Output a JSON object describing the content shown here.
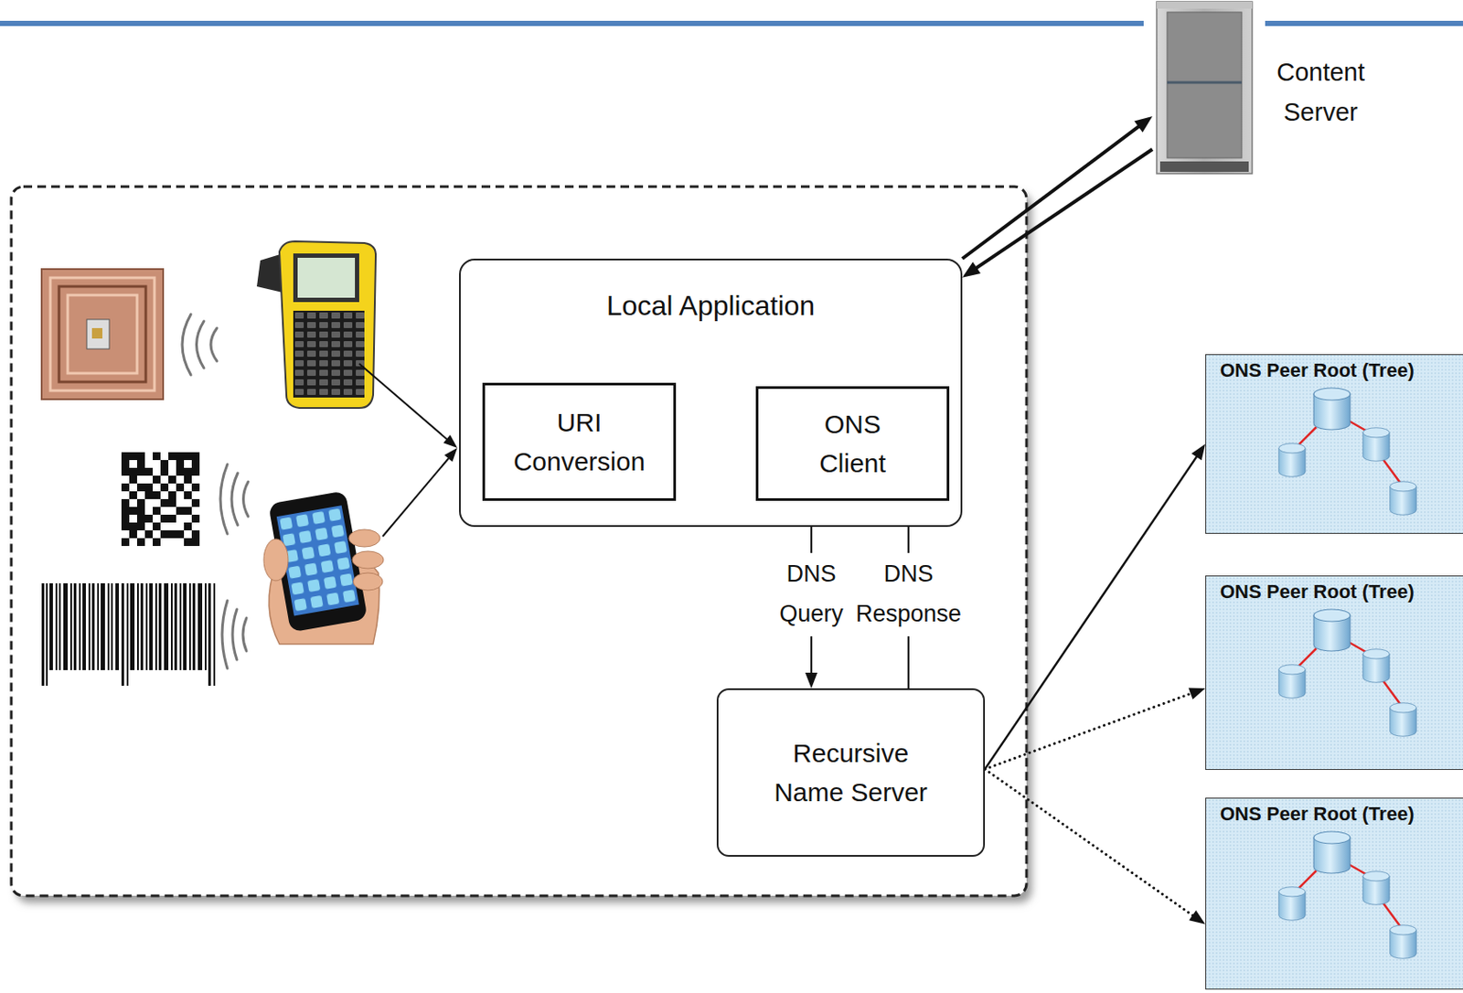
{
  "diagram": {
    "nodes": [
      {
        "text": [
          "Content Server"
        ]
      },
      {
        "text": [
          "Local Application"
        ]
      },
      {
        "text": [
          "URI Conversion"
        ],
        "in": 1
      },
      {
        "text": [
          "ONS Client"
        ],
        "in": 1
      },
      {
        "text": [
          "Recursive Name Server"
        ]
      },
      {
        "text": [
          "ONS Peer Root (Tree)"
        ]
      },
      {
        "text": [
          "ONS Peer Root (Tree)"
        ]
      },
      {
        "text": [
          "ONS Peer Root (Tree)"
        ]
      }
    ],
    "edges": [
      {
        "from": 1,
        "to": 0,
        "arrow": "to"
      },
      {
        "from": 0,
        "to": 1,
        "arrow": "to"
      },
      {
        "from": 2,
        "to": 3,
        "arrow": "to"
      },
      {
        "from": 3,
        "to": 4,
        "label": "DNS Query",
        "arrow": "to"
      },
      {
        "from": 4,
        "to": 3,
        "label": "DNS Response",
        "arrow": "to"
      },
      {
        "from": 4,
        "to": 5,
        "arrow": "to"
      },
      {
        "from": 4,
        "to": 6,
        "arrow": "to"
      },
      {
        "from": 4,
        "to": 7,
        "arrow": "to"
      }
    ]
  }
}
